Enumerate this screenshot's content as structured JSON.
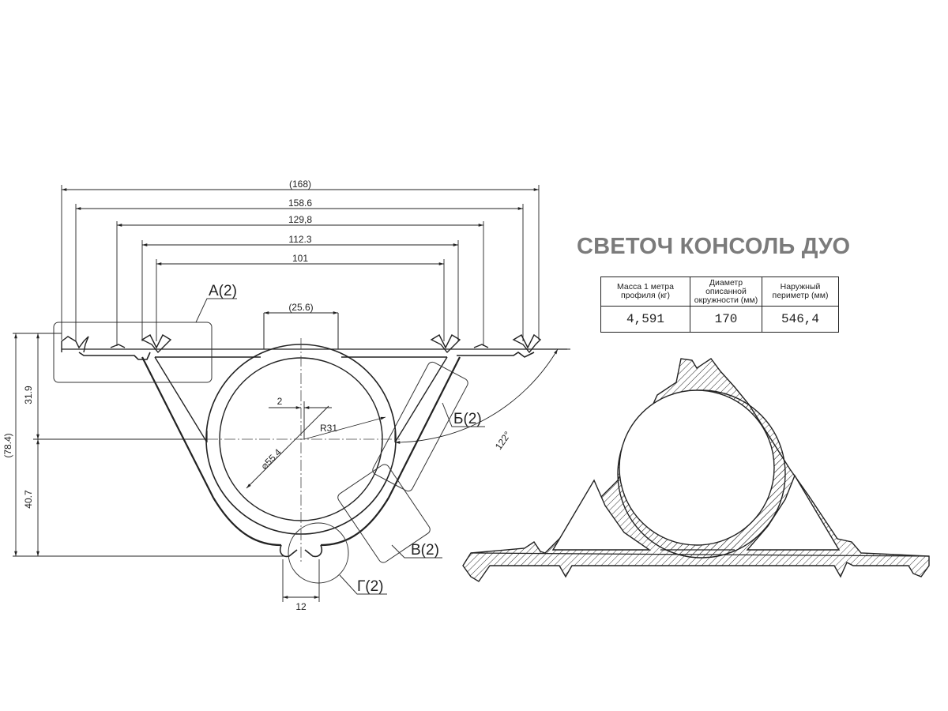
{
  "title": "СВЕТОЧ КОНСОЛЬ ДУО",
  "properties_table": {
    "headers": [
      "Масса 1 метра профиля (кг)",
      "Диаметр описанной окружности (мм)",
      "Наружный периметр (мм)"
    ],
    "values": [
      "4,591",
      "170",
      "546,4"
    ]
  },
  "dimensions": {
    "overall_width": "(168)",
    "width_158": "158.6",
    "width_129": "129,8",
    "width_112": "112.3",
    "width_101": "101",
    "slot_width": "(25.6)",
    "offset": "2",
    "radius": "R31",
    "diameter": "⌀55.4",
    "height_top": "31.9",
    "height_bottom": "40.7",
    "overall_height": "(78.4)",
    "foot_width": "12",
    "angle": "122°"
  },
  "detail_callouts": {
    "a": "А(2)",
    "b": "Б(2)",
    "v": "В(2)",
    "g": "Г(2)"
  }
}
